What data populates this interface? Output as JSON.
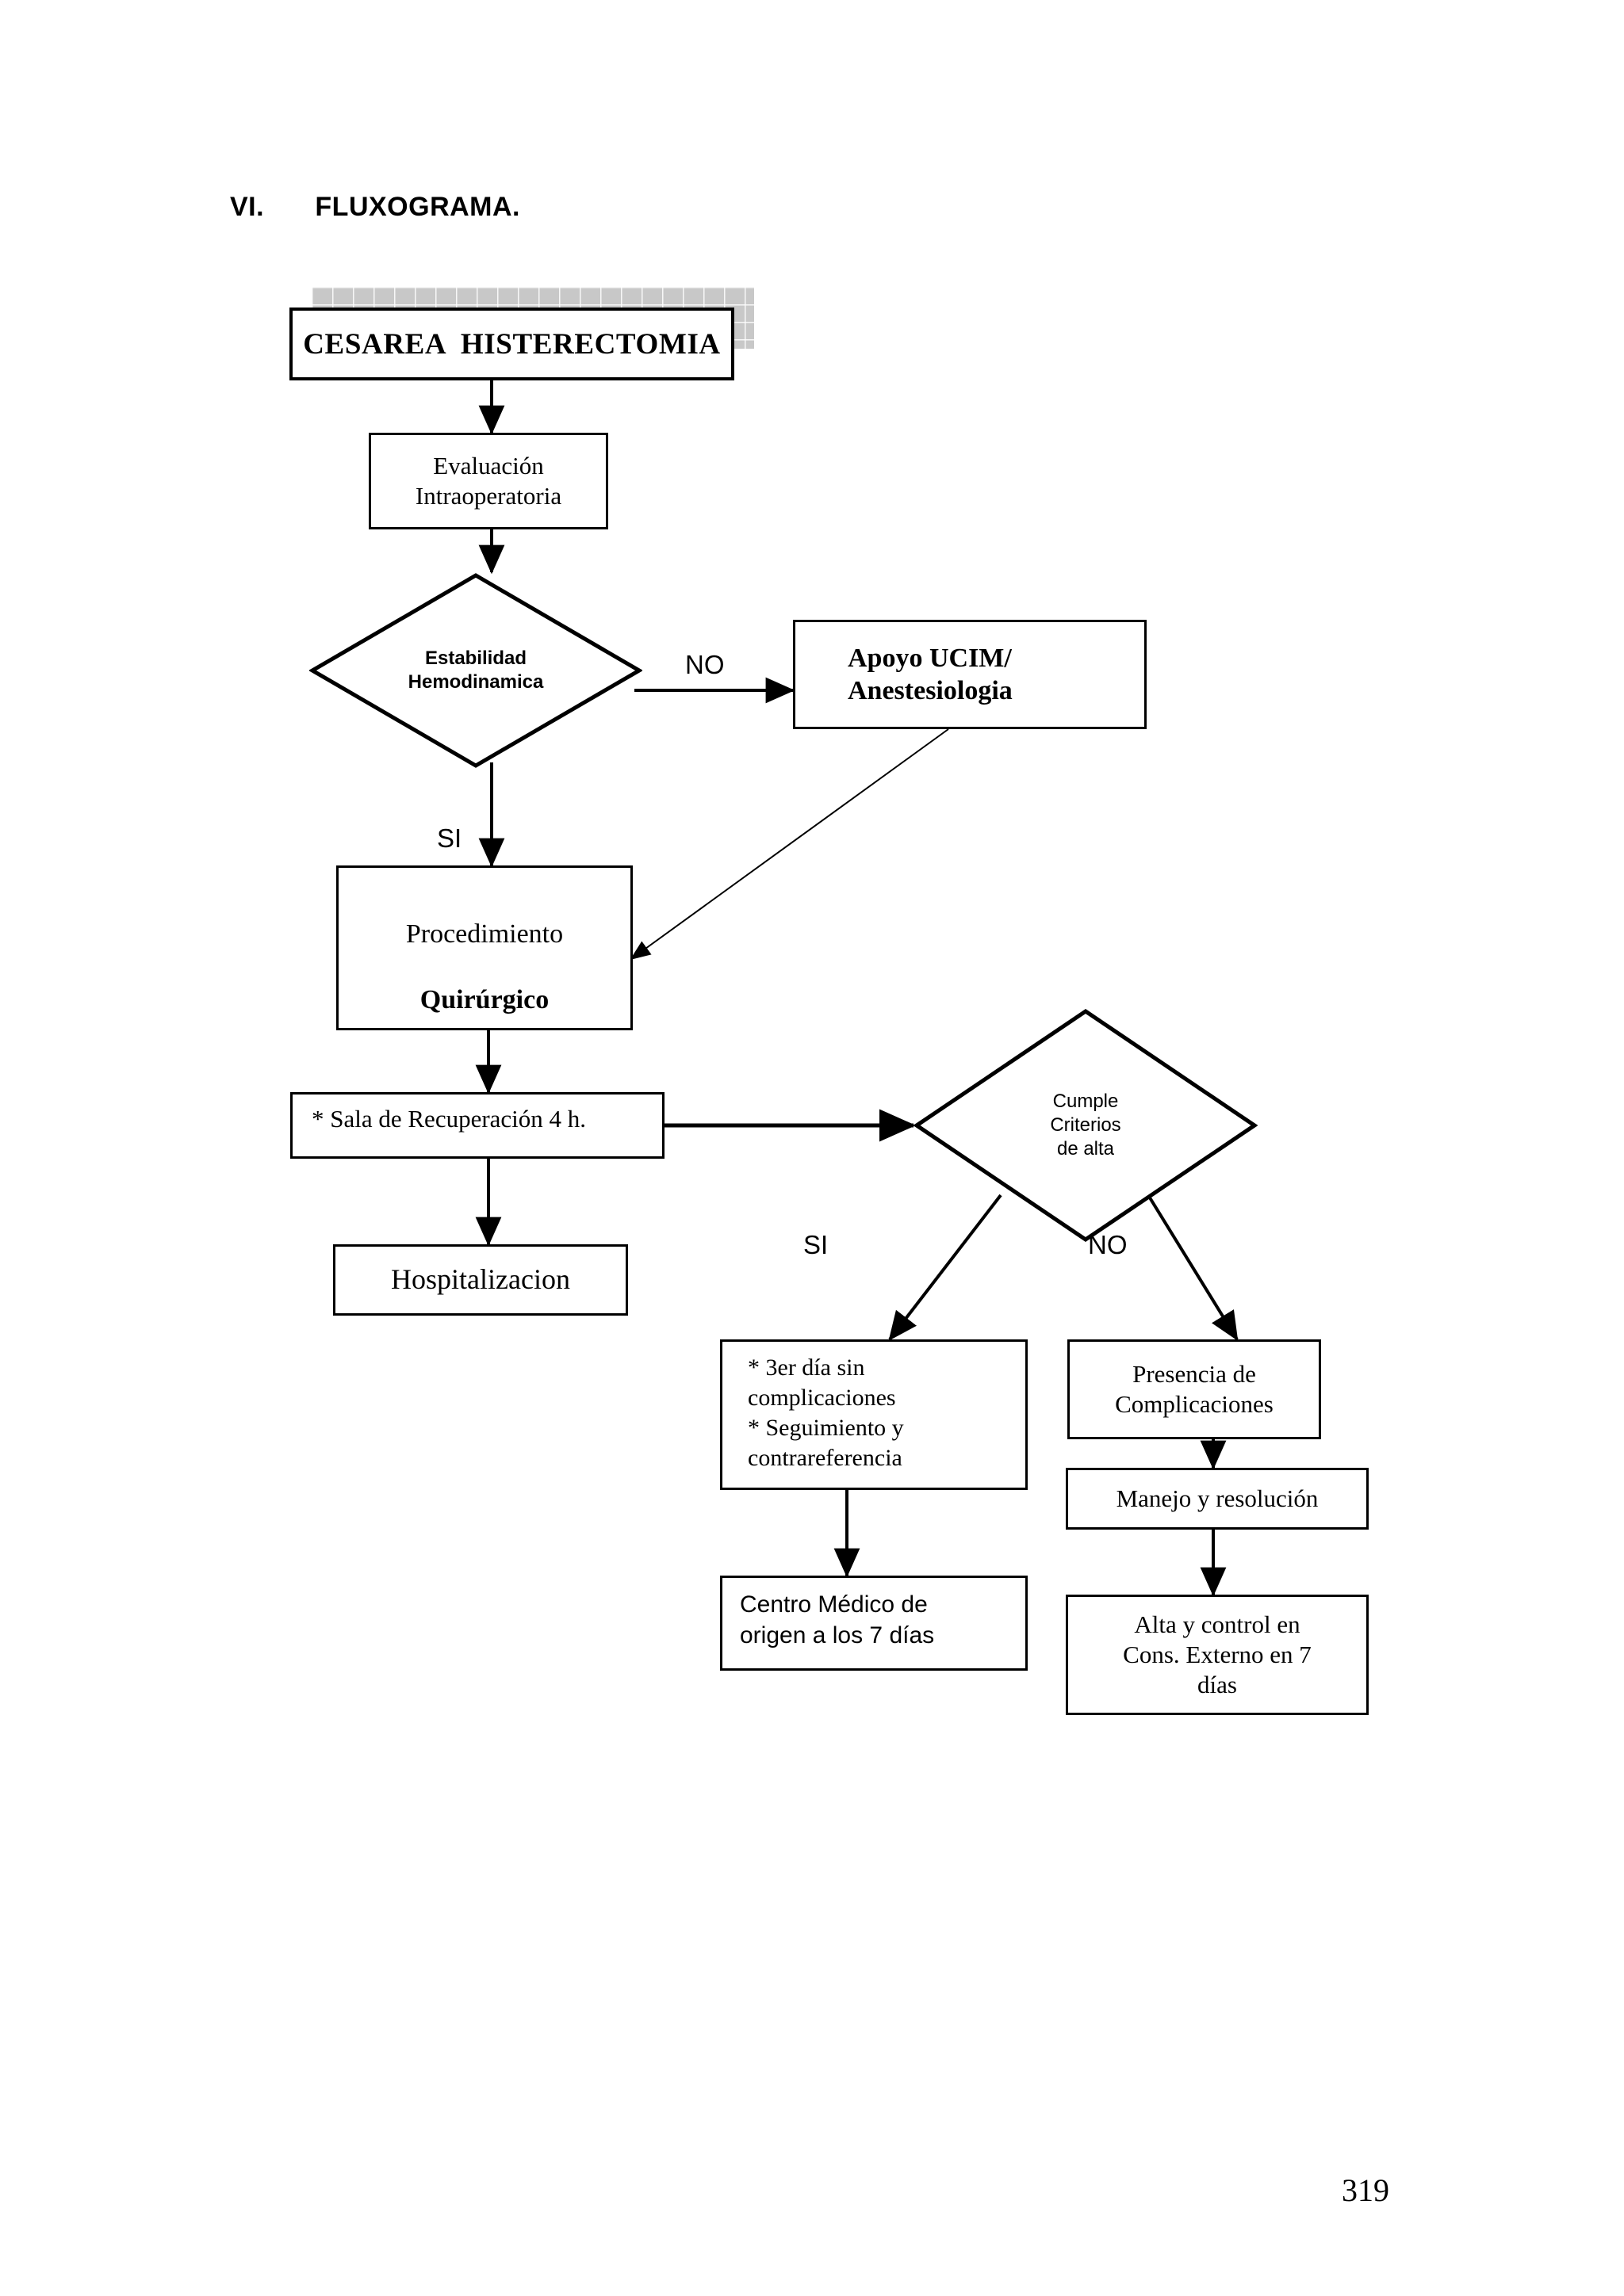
{
  "document": {
    "heading": "VI.    FLUXOGRAMA.",
    "page_number": "319"
  },
  "flowchart": {
    "nodes": {
      "titulo": {
        "label": "CESAREA  HISTERECTOMIA",
        "shape": "process-shadow"
      },
      "evaluacion": {
        "label": "Evaluación\nIntraoperatoria",
        "shape": "process"
      },
      "estabilidad": {
        "label": "Estabilidad\nHemodinamica",
        "shape": "decision"
      },
      "apoyo": {
        "label": "Apoyo UCIM/\nAnestesiologia",
        "shape": "process"
      },
      "procedimiento_line1": "Procedimiento",
      "procedimiento_line2": "Quirúrgico",
      "sala": {
        "label": "* Sala de Recuperación 4 h.",
        "shape": "process"
      },
      "hospitalizacion": {
        "label": "Hospitalizacion",
        "shape": "process"
      },
      "criterios": {
        "label": "Cumple\nCriterios\nde alta",
        "shape": "decision"
      },
      "tercer_dia": {
        "label": "* 3er día sin\ncomplicaciones\n* Seguimiento y\ncontrareferencia",
        "shape": "process"
      },
      "centro_medico": {
        "label": "Centro   Médico   de\norigen a los 7 días",
        "shape": "process"
      },
      "presencia": {
        "label": "Presencia de\nComplicaciones",
        "shape": "process"
      },
      "manejo": {
        "label": "Manejo y  resolución",
        "shape": "process"
      },
      "alta": {
        "label": "Alta y control en\nCons. Externo en 7\ndías",
        "shape": "process"
      }
    },
    "edge_labels": {
      "no_estabilidad": "NO",
      "si_estabilidad": "SI",
      "si_criterios": "SI",
      "no_criterios": "NO"
    },
    "colors": {
      "stroke": "#000000",
      "fill": "#ffffff",
      "shadow": "#c8c8c8"
    }
  }
}
